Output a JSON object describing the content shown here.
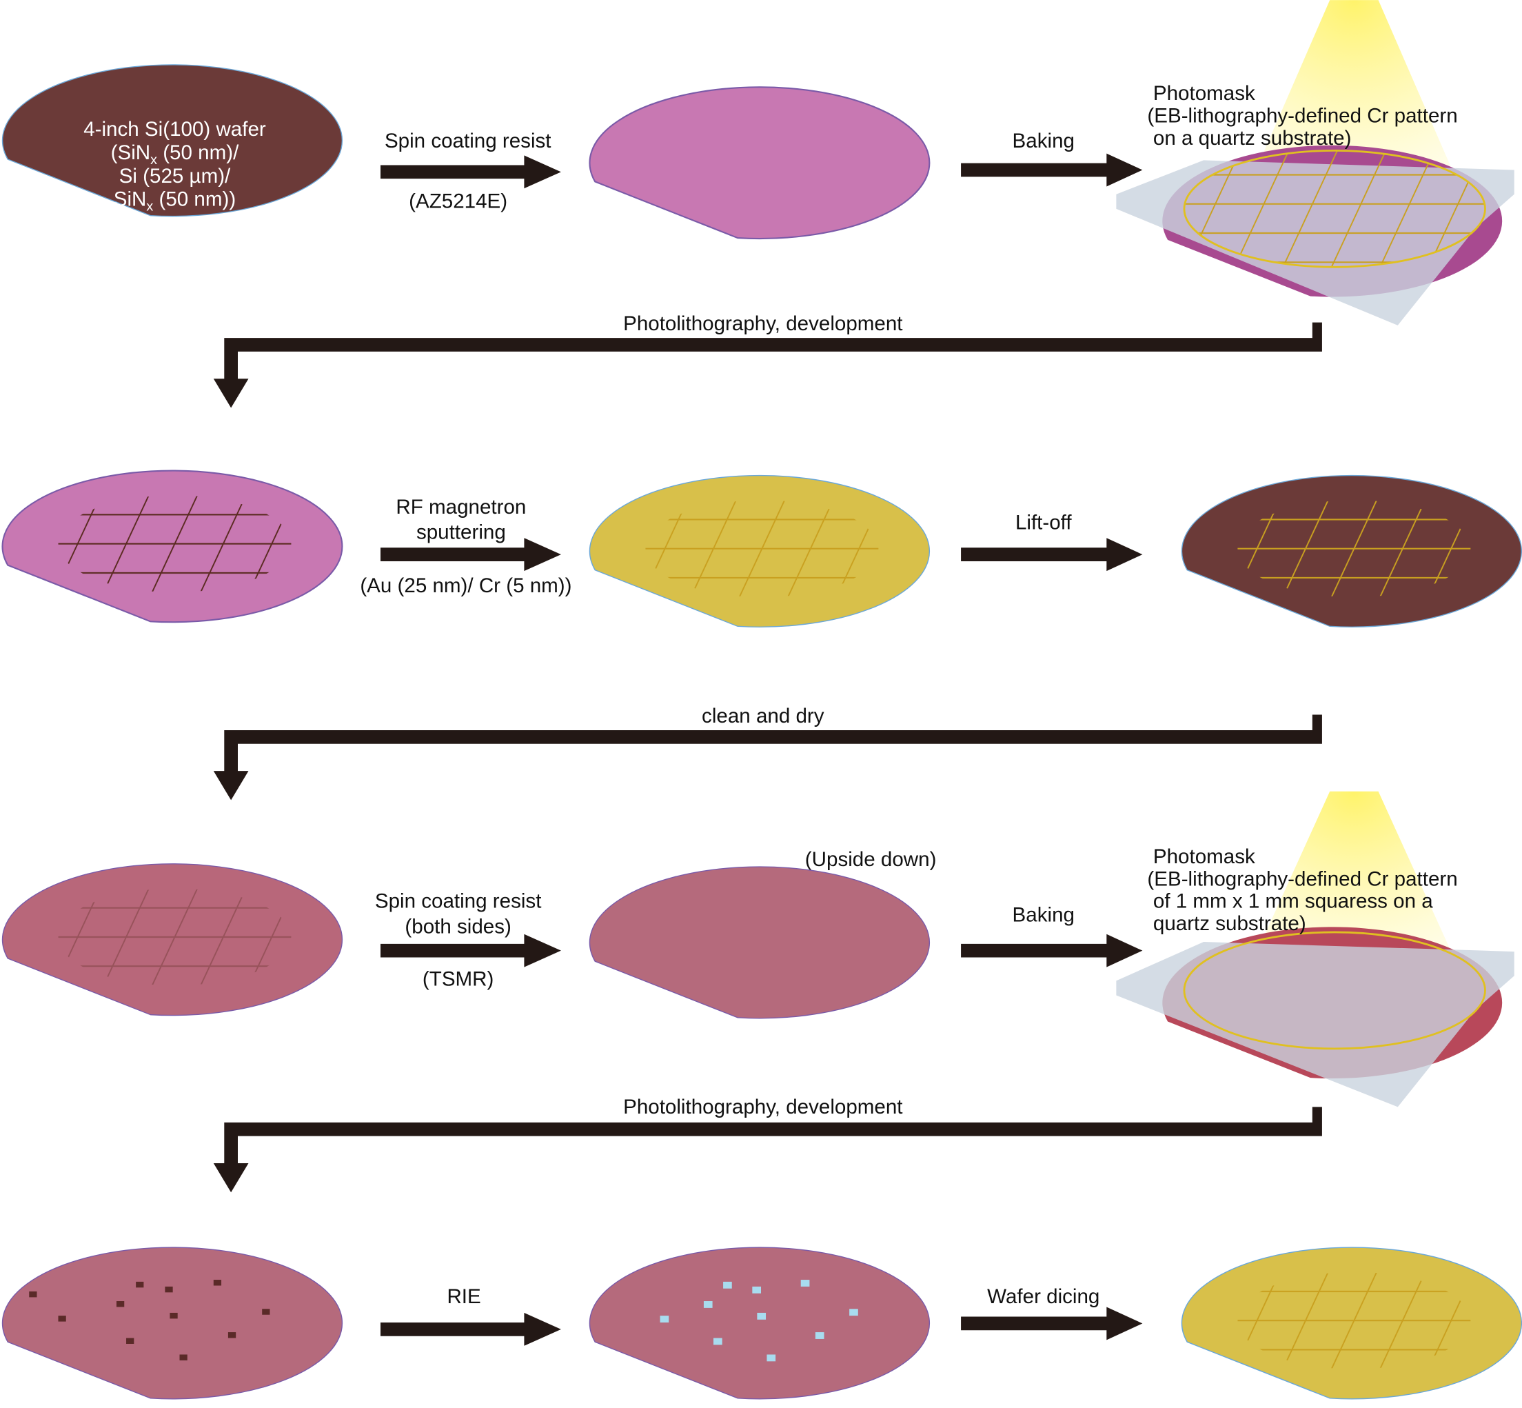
{
  "colors": {
    "arrow": "#231815",
    "bare_wafer": "#6b3a38",
    "resist_pink": "#c878b2",
    "gold": "#d8c04a",
    "resist_red": "#b8677a",
    "light": "#fff36a",
    "mask": "#c9d3df",
    "rie_opening": "#a8dcef"
  },
  "row1": {
    "wafer_label": {
      "l1": "4-inch Si(100) wafer",
      "l2a": "(SiN",
      "l2b": "x",
      "l2c": " (50 nm)/",
      "l3": "Si (525 µm)/",
      "l4a": "SiN",
      "l4b": "x",
      "l4c": " (50 nm))"
    },
    "step1_top": "Spin coating resist",
    "step1_bottom": "(AZ5214E)",
    "step2_top": "Baking",
    "mask_l1": "Photomask",
    "mask_l2": "(EB-lithography-defined Cr pattern",
    "mask_l3": "on a quartz substrate)"
  },
  "elbow1": "Photolithography, development",
  "row2": {
    "step1_top1": "RF magnetron",
    "step1_top2": "sputtering",
    "step1_bottom": "(Au (25 nm)/ Cr (5 nm))",
    "step2_top": "Lift-off"
  },
  "elbow2": "clean and dry",
  "row3": {
    "step1_top1": "Spin coating resist",
    "step1_top2": "(both sides)",
    "step1_bottom": "(TSMR)",
    "upside_down": "(Upside down)",
    "step2_top": "Baking",
    "mask_l1": "Photomask",
    "mask_l2": "(EB-lithography-defined Cr pattern",
    "mask_l3": "of 1 mm x 1 mm squaress on a",
    "mask_l4": "quartz substrate)"
  },
  "elbow3": "Photolithography, development",
  "row4": {
    "step1_top": "RIE",
    "step2_top": "Wafer dicing"
  }
}
